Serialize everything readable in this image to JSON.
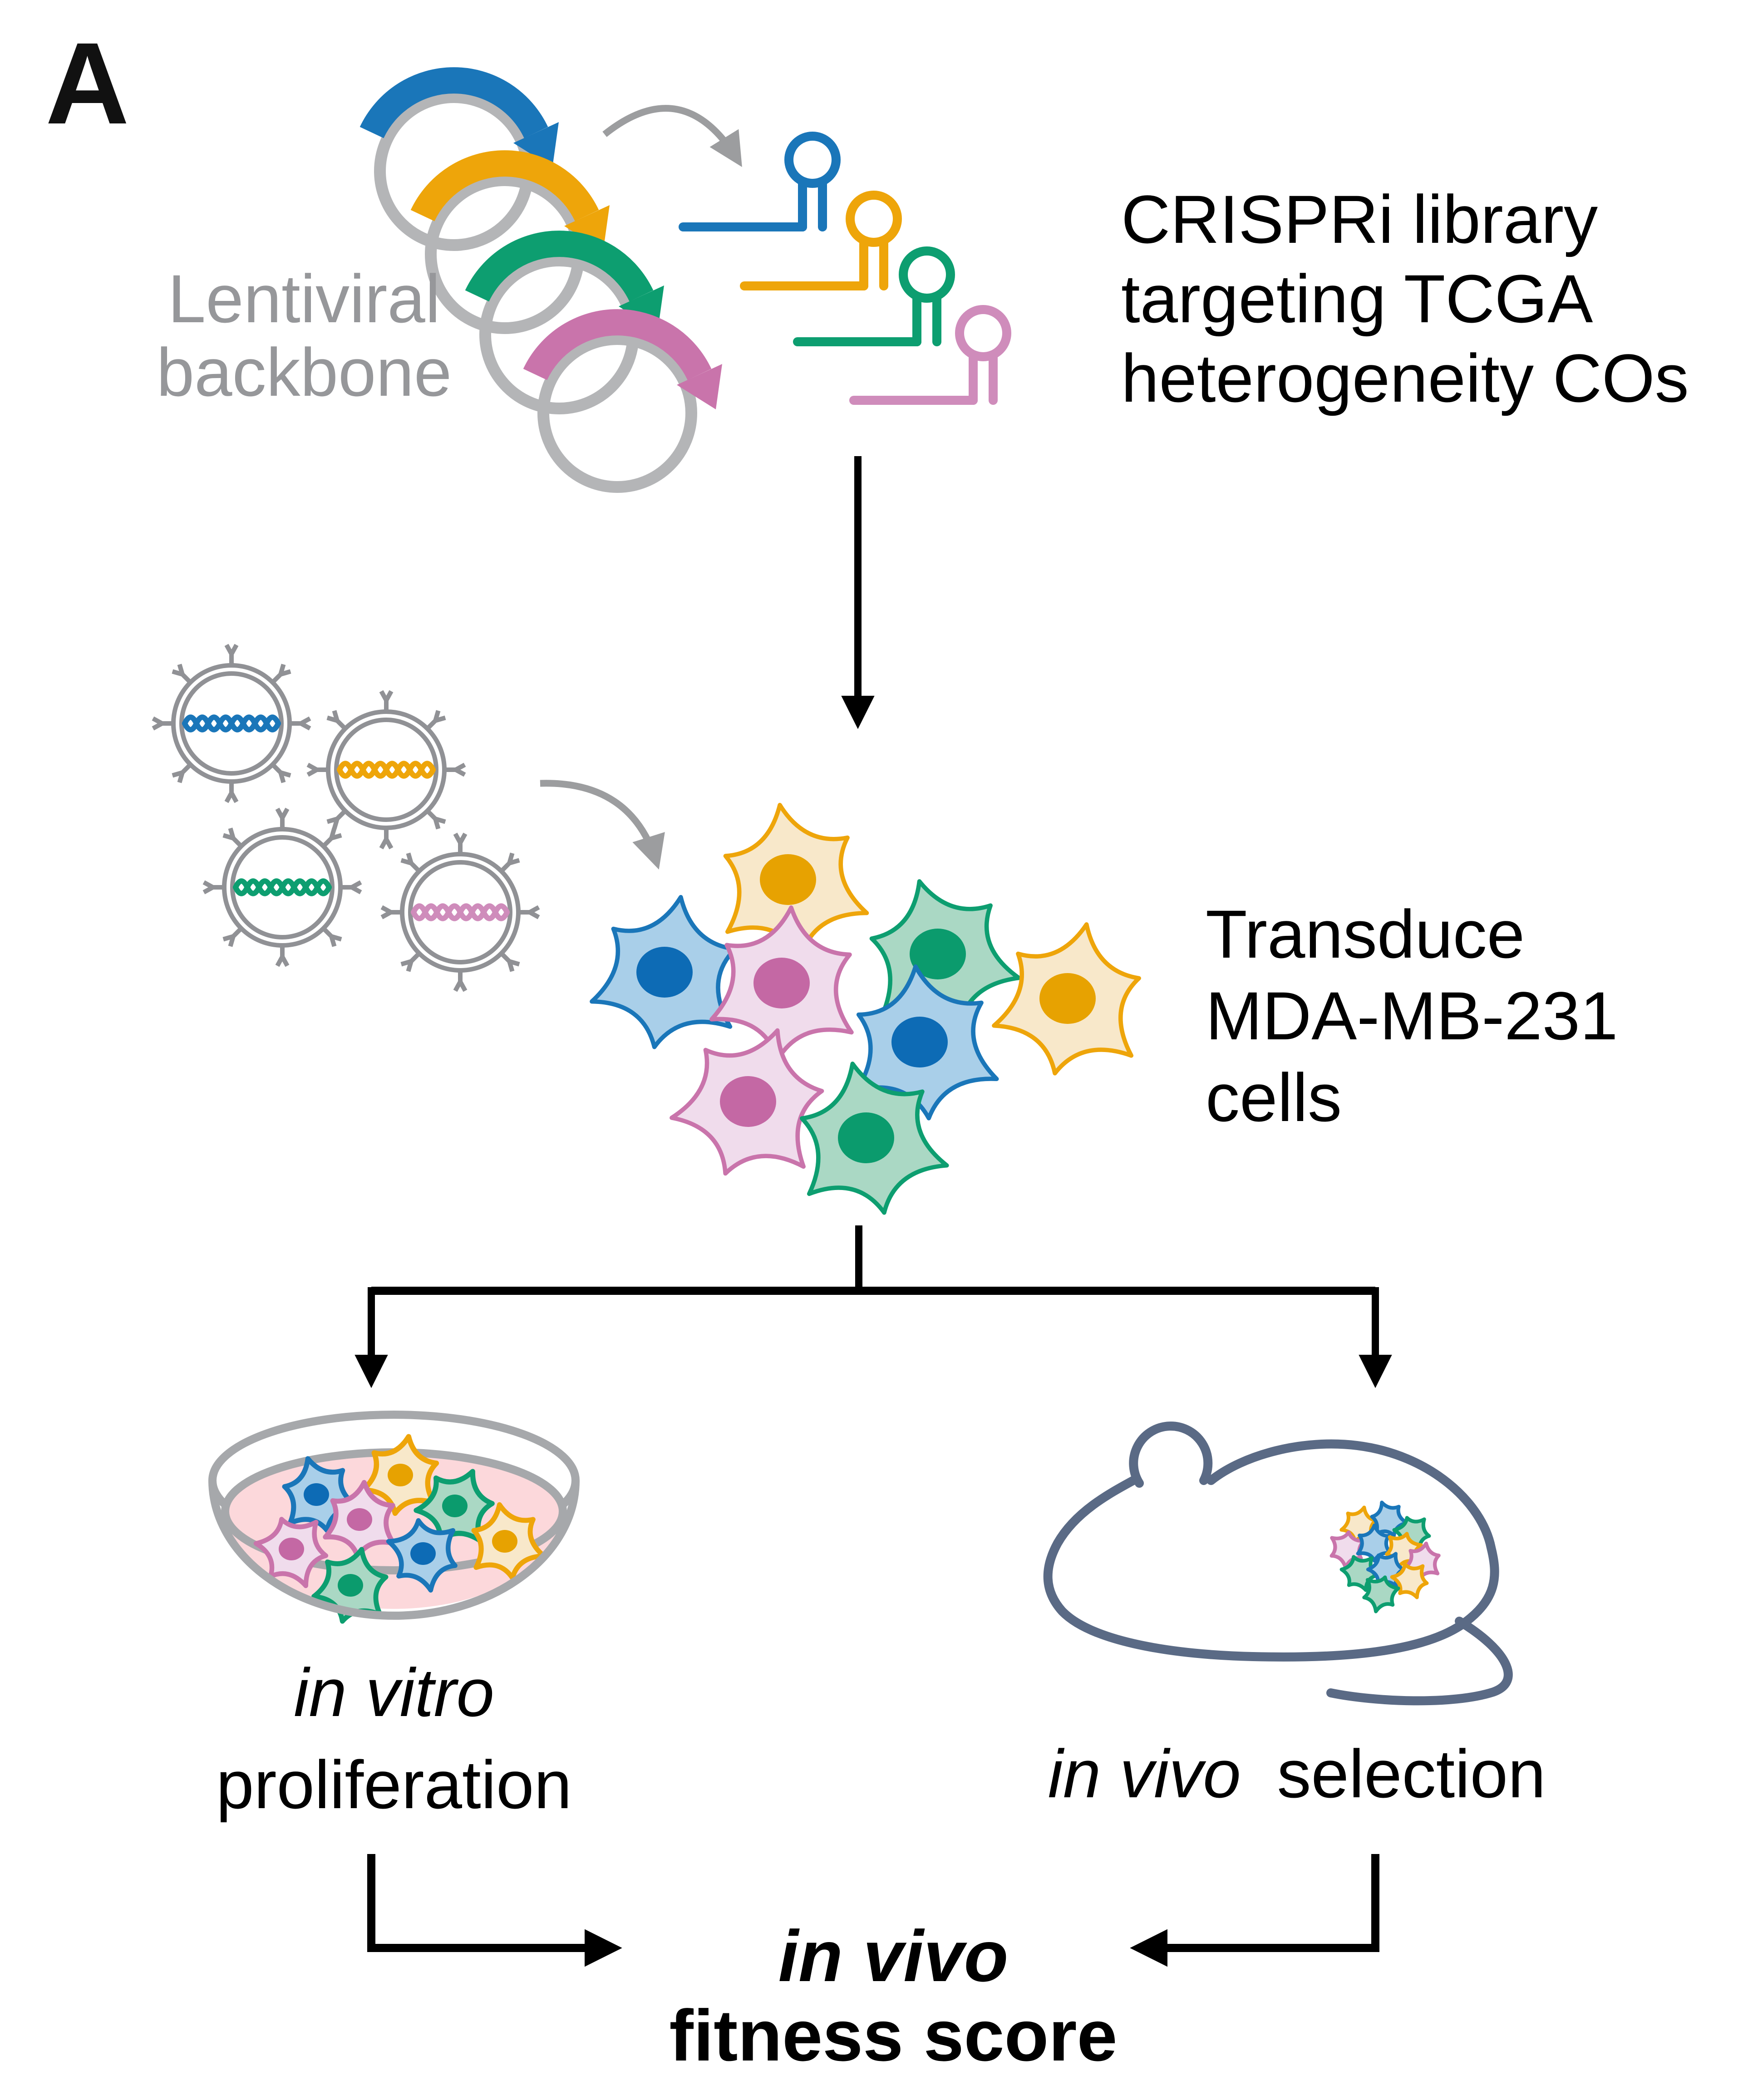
{
  "panel_label": "A",
  "labels": {
    "lentiviral_backbone": {
      "line1": "Lentiviral",
      "line2": "backbone"
    },
    "crispri_library": {
      "line1": "CRISPRi library",
      "line2": "targeting TCGA",
      "line3": "heterogeneity COs"
    },
    "transduce": {
      "line1": "Transduce",
      "line2": "MDA-MB-231",
      "line3": "cells"
    },
    "in_vitro": {
      "line1": "in vitro",
      "line2": "proliferation"
    },
    "in_vivo_selection": {
      "italic": "in vivo",
      "regular": "selection"
    },
    "fitness_score": {
      "line1": "in vivo",
      "line2": "fitness score"
    }
  },
  "colors": {
    "clone_blue": "#1a76b9",
    "clone_orange": "#eea50a",
    "clone_green": "#0d9e70",
    "clone_pink": "#c974ab",
    "hairpin_pink": "#cf8cbb",
    "cell_fill_blue": "#a9cfe9",
    "cell_fill_orange": "#f8e8ca",
    "cell_fill_green": "#aad8c4",
    "cell_fill_pink": "#f0dcec",
    "nuc_blue": "#0d6bb5",
    "nuc_orange": "#e7a201",
    "nuc_green": "#0b9b6d",
    "nuc_pink": "#c468a4",
    "gray_plasmid": "#b4b5b7",
    "gray_text": "#96979a",
    "gray_arrow": "#9c9d9f",
    "virus_outline": "#909195",
    "mouse_outline": "#5a6a85",
    "petri_liquid": "#fcd8db",
    "petri_glass": "#a6a8ab",
    "black": "#000000"
  }
}
